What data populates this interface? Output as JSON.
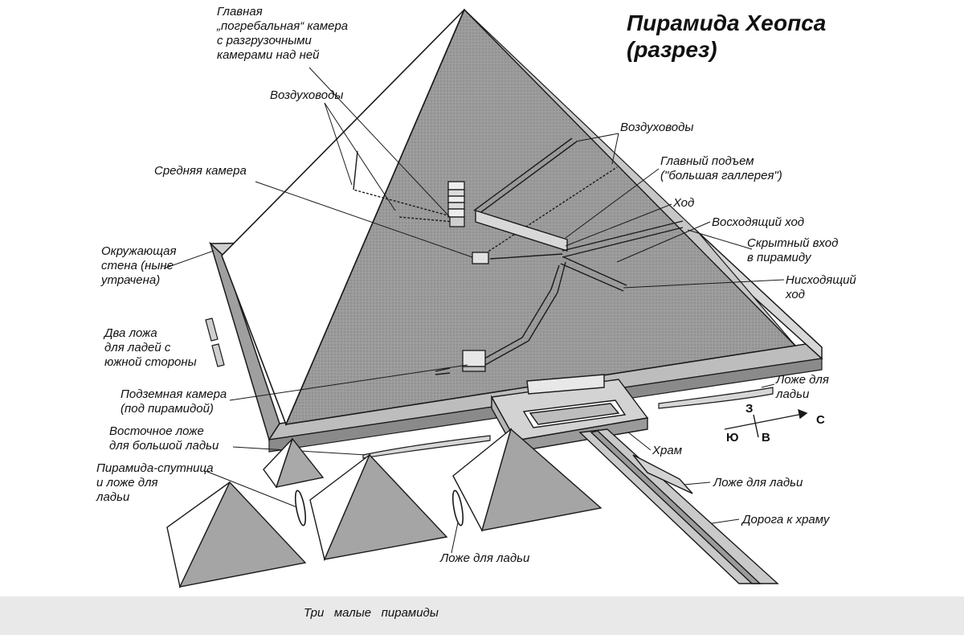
{
  "title": {
    "line1": "Пирамида Хеопса",
    "line2": "(разрез)"
  },
  "labels": {
    "main_chamber": [
      "Главная",
      "„погребальная“ камера",
      "с разгрузочными",
      "камерами над ней"
    ],
    "air_shafts_left": [
      "Воздуховоды"
    ],
    "air_shafts_right": [
      "Воздуховоды"
    ],
    "main_ascent": [
      "Главный подъем",
      "(\"большая галлерея\")"
    ],
    "passage": [
      "Ход"
    ],
    "ascending_passage": [
      "Восходящий ход"
    ],
    "hidden_entrance": [
      "Скрытный вход",
      "в пирамиду"
    ],
    "descending_passage": [
      "Нисходящий",
      "ход"
    ],
    "middle_chamber": [
      "Средняя камера"
    ],
    "enclosure_wall": [
      "Окружающая",
      "стена (ныне",
      "утрачена)"
    ],
    "south_boat_pits": [
      "Два ложа",
      "для ладей с",
      "южной стороны"
    ],
    "underground_chamber": [
      "Подземная камера",
      "(под пирамидой)"
    ],
    "east_boat_pit": [
      "Восточное ложе",
      "для большой ладьи"
    ],
    "satellite_pyramid": [
      "Пирамида-спутница",
      "и ложе для",
      "ладьи"
    ],
    "boat_pit_right": [
      "Ложе для",
      "ладьи"
    ],
    "temple": [
      "Храм"
    ],
    "boat_pit_road": [
      "Ложе для ладьи"
    ],
    "causeway": [
      "Дорога к храму"
    ],
    "boat_pit_bottom": [
      "Ложе для ладьи"
    ],
    "three_small_pyramids": [
      "Три   малые   пирамиды"
    ]
  },
  "compass": {
    "west": "З",
    "north": "С",
    "south": "Ю",
    "east": "В"
  },
  "colors": {
    "ink": "#1a1a1a",
    "shade_dark": "#8e8e8e",
    "shade_mid": "#a9a9a9",
    "shade_light": "#d6d6d6",
    "paper": "#ffffff"
  }
}
